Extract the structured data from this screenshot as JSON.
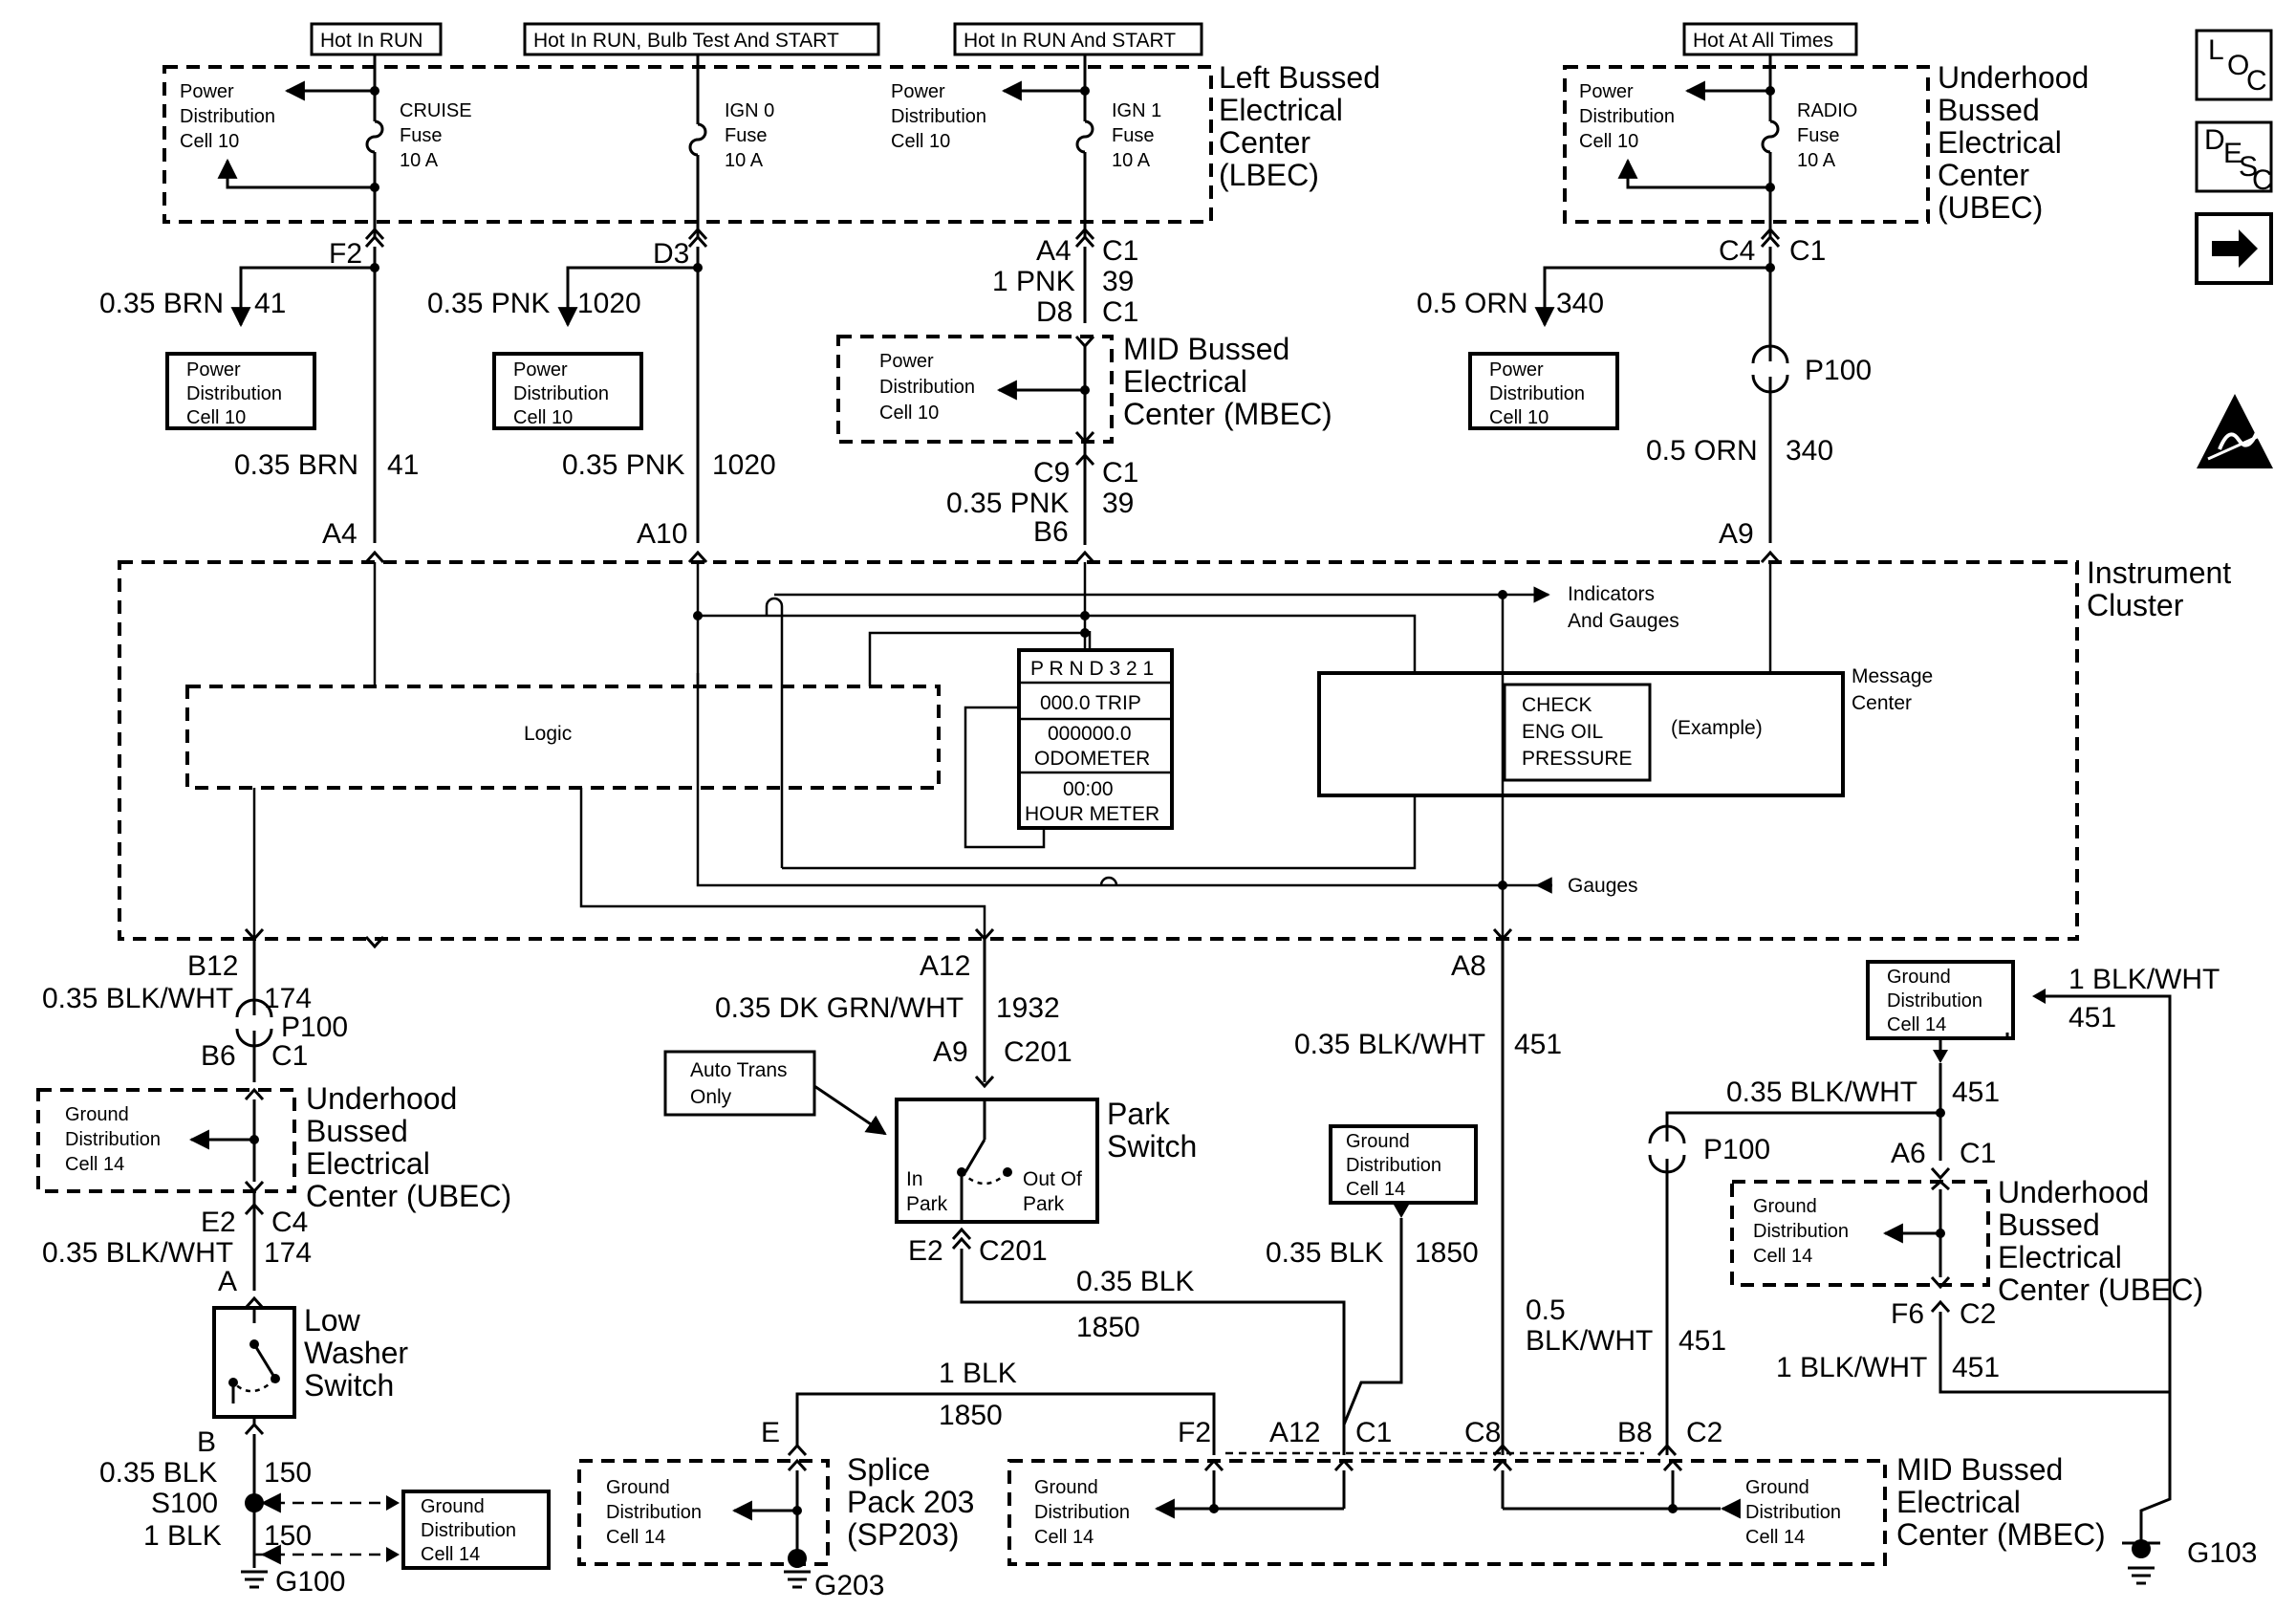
{
  "source_labels": {
    "hot_run": "Hot In RUN",
    "hot_run_bulb": "Hot In RUN, Bulb Test And START",
    "hot_run_start": "Hot In RUN And START",
    "hot_all": "Hot At All Times"
  },
  "pdc": {
    "l1": "Power",
    "l2": "Distribution",
    "l3": "Cell 10"
  },
  "gdc": {
    "l1": "Ground",
    "l2": "Distribution",
    "l3": "Cell 14"
  },
  "fuses": {
    "cruise": {
      "name": "CRUISE",
      "type": "Fuse",
      "rating": "10 A"
    },
    "ign0": {
      "name": "IGN 0",
      "type": "Fuse",
      "rating": "10 A"
    },
    "ign1": {
      "name": "IGN 1",
      "type": "Fuse",
      "rating": "10 A"
    },
    "radio": {
      "name": "RADIO",
      "type": "Fuse",
      "rating": "10 A"
    }
  },
  "lbec": {
    "l1": "Left Bussed",
    "l2": "Electrical",
    "l3": "Center",
    "l4": "(LBEC)"
  },
  "ubec": {
    "l1": "Underhood",
    "l2": "Bussed",
    "l3": "Electrical",
    "l4": "Center",
    "l5": "(UBEC)",
    "l4b": "Center (UBEC)"
  },
  "mbec": {
    "l1": "MID Bussed",
    "l2": "Electrical",
    "l3": "Center (MBEC)"
  },
  "cluster": {
    "title1": "Instrument",
    "title2": "Cluster",
    "logic": "Logic",
    "indicators1": "Indicators",
    "indicators2": "And Gauges",
    "gauges": "Gauges",
    "message1": "Message",
    "message2": "Center",
    "check1": "CHECK",
    "check2": "ENG OIL",
    "check3": "PRESSURE",
    "example": "(Example)",
    "prnd": "P R N D 3 2 1",
    "trip": "000.0 TRIP",
    "odo_val": "000000.0",
    "odo": "ODOMETER",
    "hour_val": "00:00",
    "hour": "HOUR METER"
  },
  "connectors": {
    "f2": "F2",
    "d3": "D3",
    "a4": "A4",
    "c1": "C1",
    "d8": "D8",
    "c9": "C9",
    "b6": "B6",
    "c4": "C4",
    "a10": "A10",
    "a9": "A9",
    "b12": "B12",
    "p100": "P100",
    "e2": "E2",
    "a": "A",
    "b": "B",
    "s100": "S100",
    "g100": "G100",
    "a12": "A12",
    "c201": "C201",
    "a8": "A8",
    "a6": "A6",
    "f6": "F6",
    "c2": "C2",
    "c8": "C8",
    "b8": "B8",
    "e": "E",
    "g203": "G203",
    "g103": "G103"
  },
  "wires": {
    "brn": "0.35 BRN",
    "n41": "41",
    "pnk": "0.35 PNK",
    "n1020": "1020",
    "pnk1": "1 PNK",
    "n39": "39",
    "orn": "0.5 ORN",
    "n340": "340",
    "blkwht035": "0.35 BLK/WHT",
    "n174": "174",
    "dkgrn": "0.35 DK GRN/WHT",
    "n1932": "1932",
    "n451": "451",
    "blkwht1": "1 BLK/WHT",
    "blk035": "0.35 BLK",
    "n1850": "1850",
    "blk1": "1 BLK",
    "n150": "150",
    "p05": "0.5",
    "blkwht": "BLK/WHT"
  },
  "devices": {
    "autotrans1": "Auto Trans",
    "autotrans2": "Only",
    "park1": "Park",
    "park2": "Switch",
    "inpark1": "In",
    "inpark2": "Park",
    "outpark1": "Out Of",
    "outpark2": "Park",
    "washer1": "Low",
    "washer2": "Washer",
    "washer3": "Switch",
    "splice1": "Splice",
    "splice2": "Pack 203",
    "splice3": "(SP203)"
  },
  "icons": {
    "loc": "L O C",
    "desc": "D E S C",
    "arrow": "next-page-arrow-icon",
    "esd": "esd-warning-icon"
  }
}
